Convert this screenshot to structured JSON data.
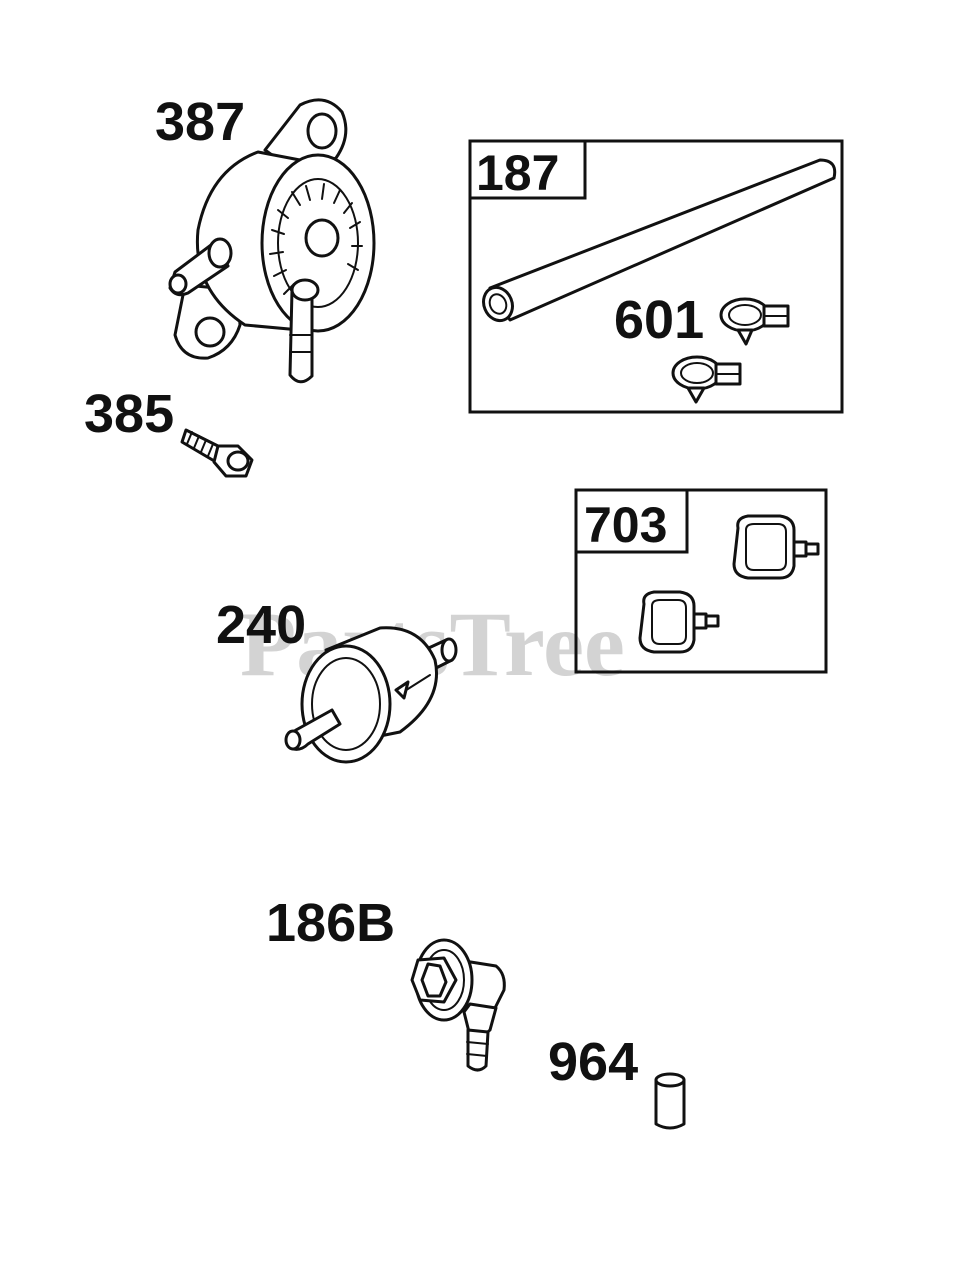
{
  "watermark": "PartsTree",
  "parts": [
    {
      "id": "387",
      "label": "387"
    },
    {
      "id": "385",
      "label": "385"
    },
    {
      "id": "187",
      "label": "187"
    },
    {
      "id": "601",
      "label": "601"
    },
    {
      "id": "703",
      "label": "703"
    },
    {
      "id": "240",
      "label": "240"
    },
    {
      "id": "186B",
      "label": "186B"
    },
    {
      "id": "964",
      "label": "964"
    }
  ]
}
